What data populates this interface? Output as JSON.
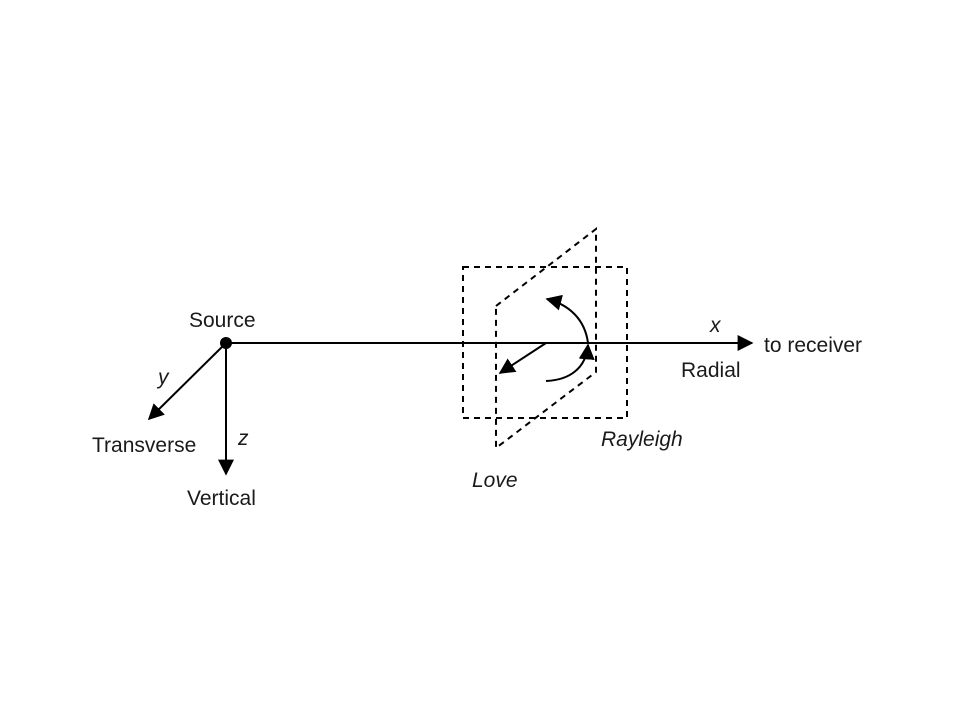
{
  "labels": {
    "source": "Source",
    "x_axis": "x",
    "to_receiver": "to receiver",
    "radial": "Radial",
    "y_axis": "y",
    "transverse": "Transverse",
    "z_axis": "z",
    "vertical": "Vertical",
    "love": "Love",
    "rayleigh": "Rayleigh"
  }
}
